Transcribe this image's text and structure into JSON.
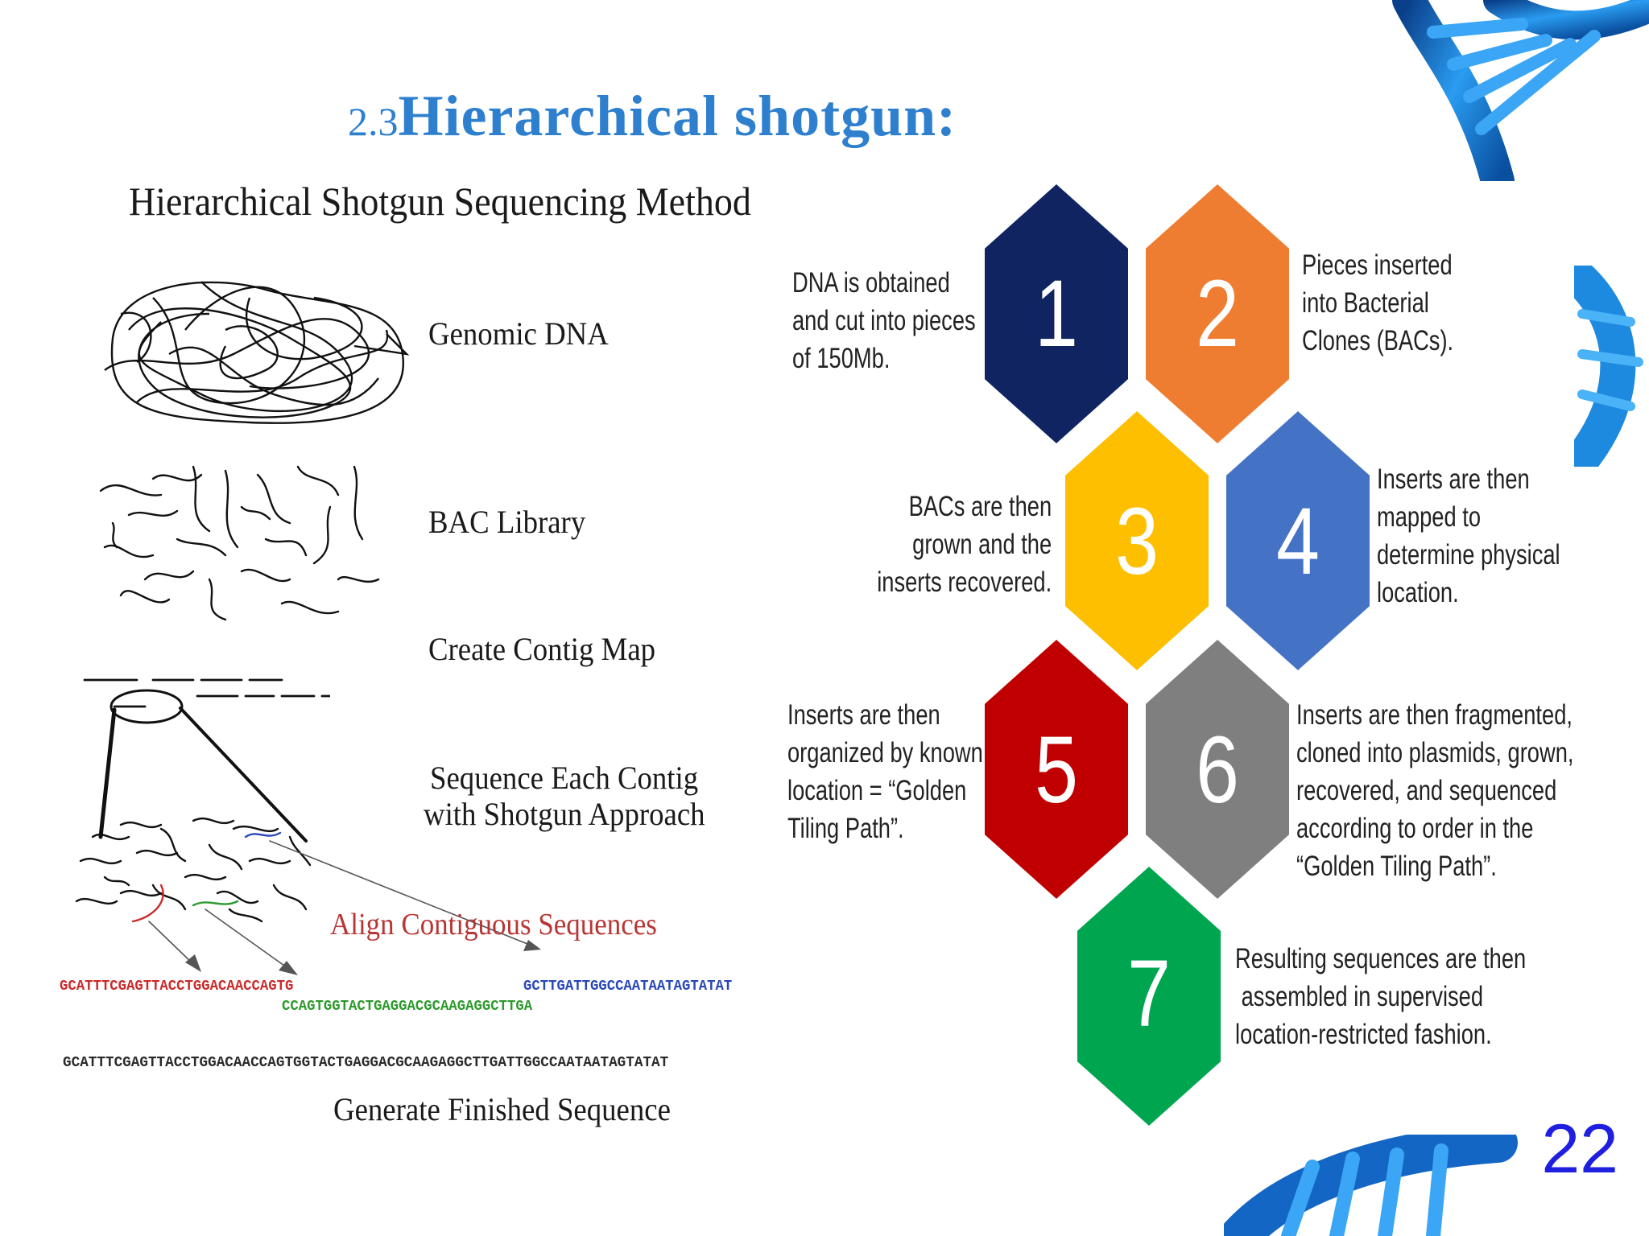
{
  "slide": {
    "title_number": "2.3",
    "title_text": "Hierarchical  shotgun",
    "title_colon": ":",
    "page_number": "22"
  },
  "left_diagram": {
    "title": "Hierarchical Shotgun Sequencing Method",
    "stages": {
      "genomic_dna": "Genomic DNA",
      "bac_library": "BAC Library",
      "contig_map": "Create Contig Map",
      "sequence_line1": "Sequence Each Contig",
      "sequence_line2": "with Shotgun Approach",
      "align": "Align Contiguous Sequences",
      "finish": "Generate Finished Sequence"
    },
    "sequences": {
      "red": "GCATTTCGAGTTACCTGGACAACCAGTG",
      "green": "CCAGTGGTACTGAGGACGCAAGAGGCTTGA",
      "blue": "GCTTGATTGGCCAATAATAGTATAT",
      "final": "GCATTTCGAGTTACCTGGACAACCAGTGGTACTGAGGACGCAAGAGGCTTGATTGGCCAATAATAGTATAT"
    }
  },
  "steps": [
    {
      "number": "1",
      "color": "#0f2461",
      "text": "DNA is obtained\nand cut into pieces\nof 150Mb."
    },
    {
      "number": "2",
      "color": "#ef7d31",
      "text": "Pieces inserted\ninto Bacterial\nClones (BACs)."
    },
    {
      "number": "3",
      "color": "#fdbf00",
      "text": "BACs are then\ngrown and the\ninserts recovered."
    },
    {
      "number": "4",
      "color": "#4473c5",
      "text": "Inserts are then\nmapped to\ndetermine physical\nlocation."
    },
    {
      "number": "5",
      "color": "#c00000",
      "text": "Inserts are then\norganized by known\nlocation = “Golden\nTiling Path”."
    },
    {
      "number": "6",
      "color": "#7f7f7f",
      "text": "Inserts are then fragmented,\ncloned into plasmids, grown,\nrecovered, and sequenced\naccording to order in the\n“Golden Tiling Path”."
    },
    {
      "number": "7",
      "color": "#00a550",
      "text": "Resulting sequences are then\n assembled in supervised\nlocation-restricted fashion."
    }
  ],
  "colors": {
    "title": "#2e80cf",
    "page_number": "#1f1fe0",
    "dna_helix": "#1d8ae0"
  }
}
